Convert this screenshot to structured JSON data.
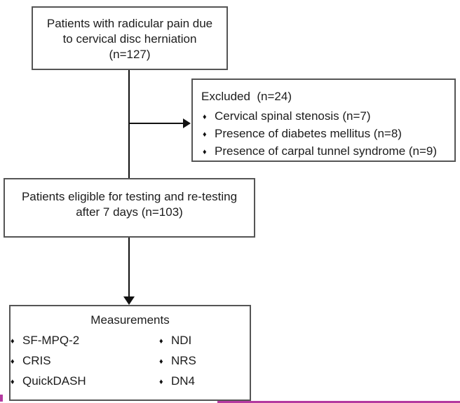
{
  "flow": {
    "top_box": {
      "lines": [
        "Patients with radicular pain due",
        "to cervical disc herniation",
        "(n=127)"
      ]
    },
    "excluded_box": {
      "title": "Excluded  (n=24)",
      "bullet": "♦",
      "items": [
        "Cervical spinal stenosis (n=7)",
        "Presence of diabetes mellitus (n=8)",
        "Presence of carpal tunnel syndrome (n=9)"
      ]
    },
    "eligible_box": {
      "lines": [
        "Patients eligible for testing and re-testing",
        "after 7 days (n=103)"
      ]
    },
    "measurements_box": {
      "title": "Measurements",
      "bullet": "♦",
      "left_items": [
        "SF-MPQ-2",
        "CRIS",
        "QuickDASH"
      ],
      "right_items": [
        "NDI",
        "NRS",
        "DN4"
      ]
    },
    "colors": {
      "background": "#ffffff",
      "box_border": "#555555",
      "arrow": "#111111",
      "text": "#1c1c1c",
      "artifact_magenta": "#b43aa0"
    }
  }
}
